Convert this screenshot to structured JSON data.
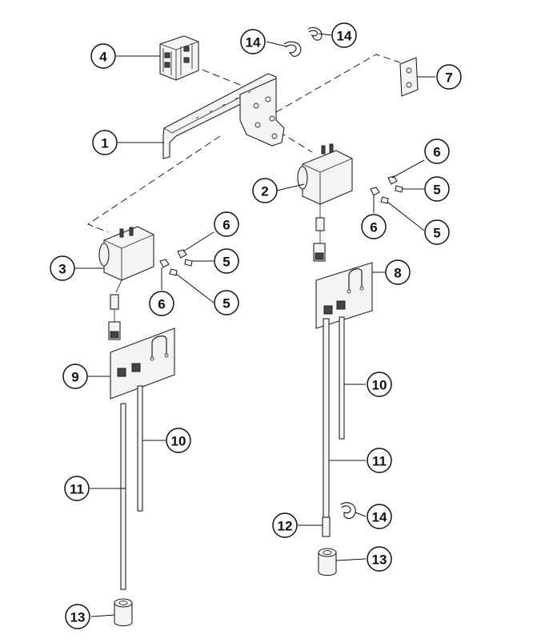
{
  "callouts": {
    "c1": "1",
    "c2": "2",
    "c3": "3",
    "c4": "4",
    "c5a": "5",
    "c5b": "5",
    "c5c": "5",
    "c5d": "5",
    "c6a": "6",
    "c6b": "6",
    "c6c": "6",
    "c6d": "6",
    "c7": "7",
    "c8": "8",
    "c9": "9",
    "c10a": "10",
    "c10b": "10",
    "c11a": "11",
    "c11b": "11",
    "c12": "12",
    "c13a": "13",
    "c13b": "13",
    "c14a": "14",
    "c14b": "14",
    "c14c": "14"
  }
}
